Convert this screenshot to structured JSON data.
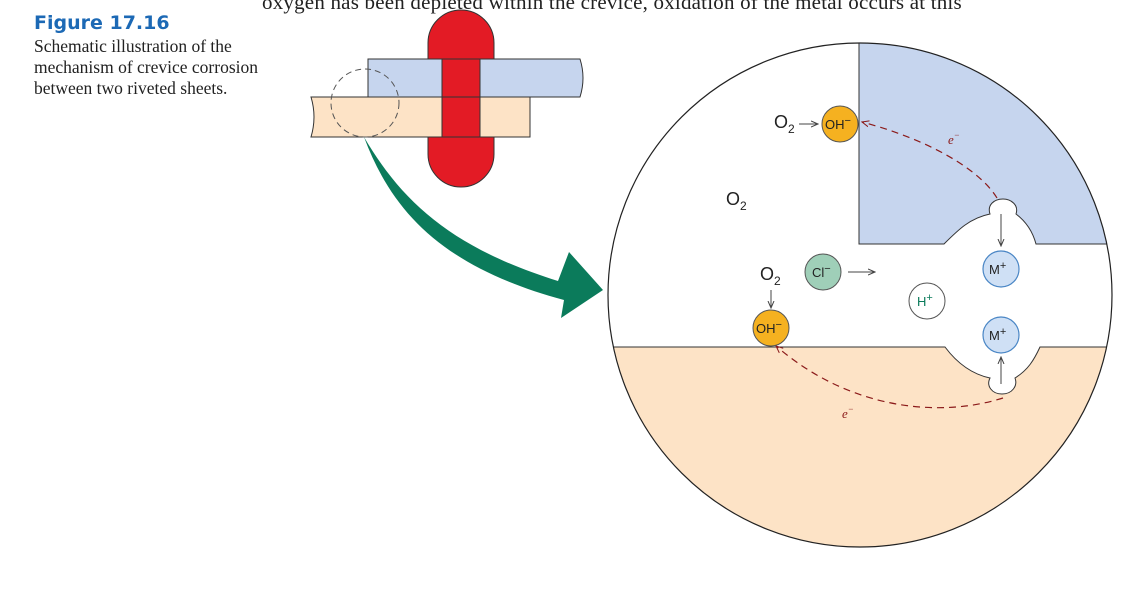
{
  "top_text": "oxygen has been depleted within the crevice, oxidation of the metal occurs at this",
  "figure": {
    "number": "Figure 17.16",
    "caption": "Schematic illustration of the mechanism of crevice corrosion between two riveted sheets."
  },
  "labels": {
    "o2_top": "O",
    "o2_mid": "O",
    "o2_left": "O",
    "sub2": "2",
    "oh": "OH",
    "cl": "Cl",
    "h": "H",
    "m": "M",
    "minus": "−",
    "plus": "+",
    "electron": "e",
    "electron_sup": "−"
  },
  "colors": {
    "upper_sheet": "#c6d5ee",
    "lower_sheet": "#fde3c6",
    "rivet": "#e31b25",
    "arrow": "#0b7b5b",
    "oh_ion": "#f5b120",
    "cl_ion": "#9fcfb8",
    "m_ion": "#cfe0f5",
    "electron_path": "#8b1a1a",
    "figure_label": "#1c69b5"
  }
}
